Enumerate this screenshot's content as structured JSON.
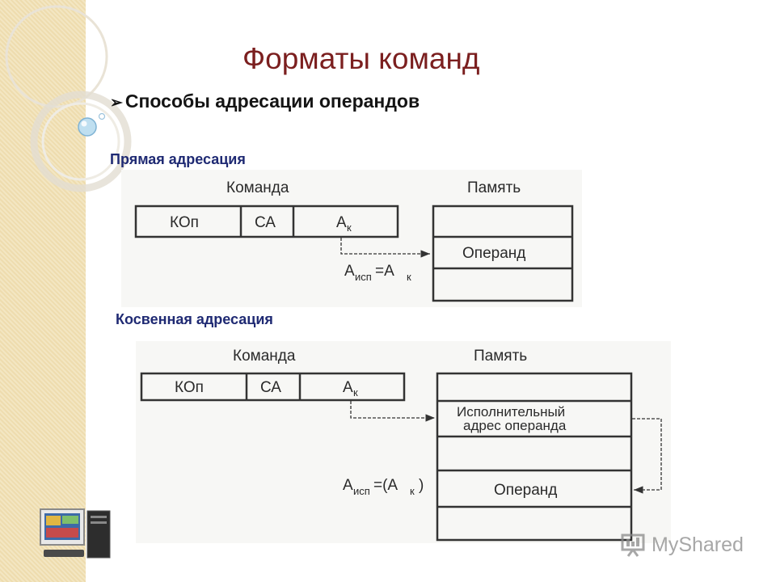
{
  "slide": {
    "title": "Форматы команд",
    "subtitle": "Способы адресации операндов",
    "subtitle_bullet": "➢"
  },
  "direct": {
    "label": "Прямая адресация",
    "command_label": "Команда",
    "memory_label": "Память",
    "fields": {
      "kop": "КОп",
      "sa": "СА",
      "a_main": "А",
      "a_sub": "к"
    },
    "operand": "Операнд",
    "formula": {
      "main": "А",
      "sub": "исп",
      "eq": "=А",
      "sub2": "к"
    }
  },
  "indirect": {
    "label": "Косвенная адресация",
    "command_label": "Команда",
    "memory_label": "Память",
    "fields": {
      "kop": "КОп",
      "sa": "СА",
      "a_main": "А",
      "a_sub": "к"
    },
    "exec_addr_line1": "Исполнительный",
    "exec_addr_line2": "адрес операнда",
    "operand": "Операнд",
    "formula": {
      "main": "А",
      "sub": "исп",
      "eq": "=(А",
      "sub2": "к",
      "close": ")"
    }
  },
  "watermark": {
    "text": "MyShared",
    "icon": "presentation-screen-icon"
  },
  "icons": {
    "computer": "desktop-computer-icon"
  }
}
